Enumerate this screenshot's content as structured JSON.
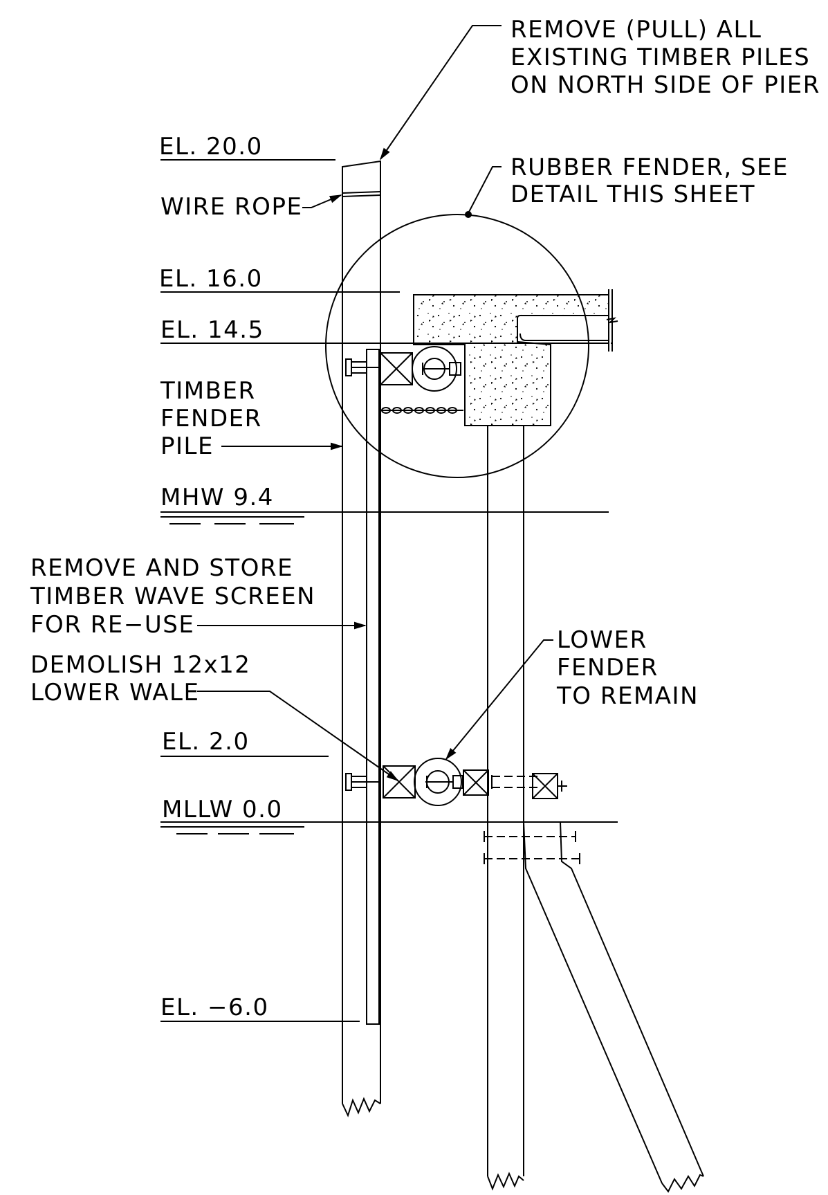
{
  "diagram": {
    "elevations": {
      "el_20": "EL. 20.0",
      "el_16": "EL. 16.0",
      "el_14_5": "EL. 14.5",
      "mhw": "MHW 9.4",
      "el_2": "EL. 2.0",
      "mllw": "MLLW 0.0",
      "el_minus_6": "EL. −6.0"
    },
    "callouts": {
      "remove_piles": [
        "REMOVE (PULL) ALL",
        "EXISTING TIMBER PILES",
        "ON NORTH SIDE OF PIER"
      ],
      "rubber_fender": [
        "RUBBER FENDER, SEE",
        "DETAIL THIS SHEET"
      ],
      "wire_rope": "WIRE ROPE",
      "timber_fender_pile": [
        "TIMBER",
        "FENDER",
        "PILE"
      ],
      "wave_screen": [
        "REMOVE AND STORE",
        "TIMBER WAVE SCREEN",
        "FOR RE−USE"
      ],
      "lower_wale": [
        "DEMOLISH 12x12",
        "LOWER WALE"
      ],
      "lower_fender": [
        "LOWER",
        "FENDER",
        "TO REMAIN"
      ]
    }
  }
}
